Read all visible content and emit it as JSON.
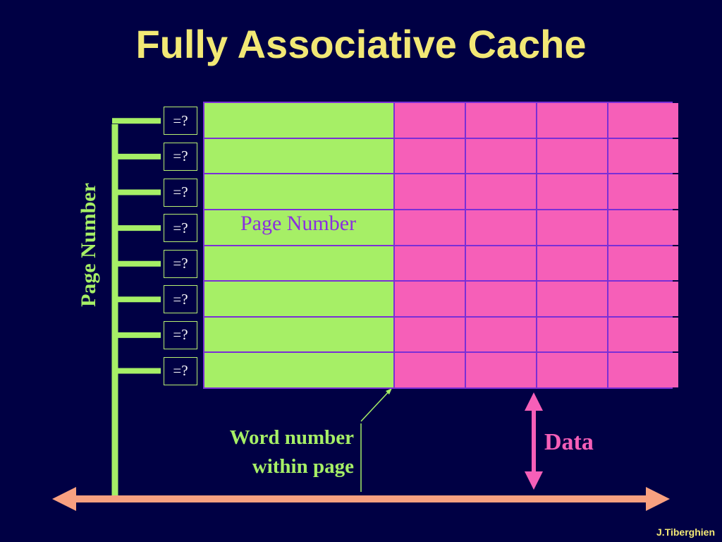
{
  "slide": {
    "title": "Fully Associative Cache",
    "comparator_symbol": "=?",
    "comparator_count": 8,
    "table_rows": 8,
    "data_columns": 4,
    "tag_column_label": "Page Number",
    "side_label": "Page Number",
    "word_label_line1": "Word number",
    "word_label_line2": "within page",
    "data_label": "Data",
    "credit": "J.Tiberghien"
  },
  "colors": {
    "background": "#000044",
    "title": "#f2e875",
    "tag_cells": "#a6ef66",
    "data_cells": "#f65fb8",
    "grid_lines": "#7a2fd6",
    "bus_arrow": "#f8a080"
  }
}
